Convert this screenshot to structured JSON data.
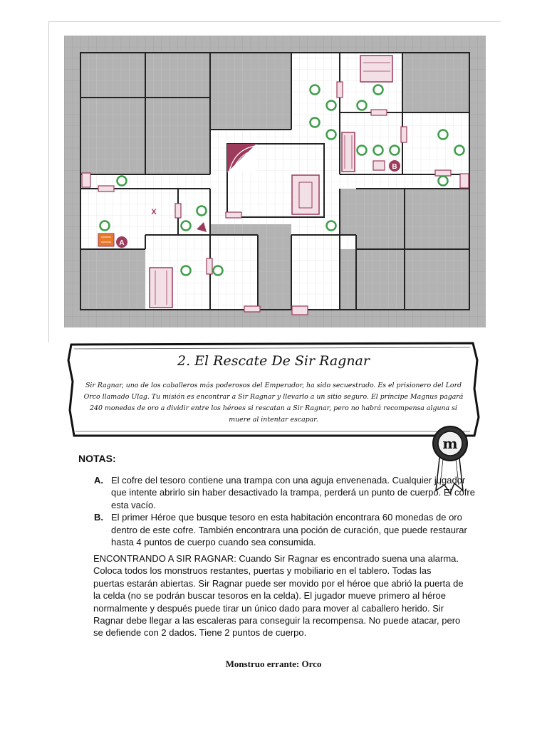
{
  "quest": {
    "title": "2. El Rescate De Sir Ragnar",
    "intro": "Sir Ragnar, uno de los caballeros más poderosos del Emperador, ha sido secuestrado. Es el prisionero del Lord Orco llamado Ulag. Tu misión es encontrar a Sir Ragnar y llevarlo a un sitio seguro. El príncipe Magnus pagará 240 monedas de oro a dividir entre los héroes si rescatan a Sir Ragnar, pero no habrá recompensa alguna si muere al intentar escapar."
  },
  "map": {
    "markers": {
      "a": "A",
      "b": "B",
      "x": "X"
    },
    "colors": {
      "wall": "#222222",
      "rock": "#b3b3b3",
      "floor": "#ffffff",
      "furniture": "#9c3b5c",
      "monster": "#3e9d4b",
      "chest_a": "#e8782a"
    },
    "icons": [
      "orc-icon",
      "goblin-icon",
      "door-icon",
      "stairs-icon",
      "table-icon",
      "rack-icon",
      "chest-icon",
      "trap-icon"
    ]
  },
  "seal": {
    "letter": "m"
  },
  "notes": {
    "title": "NOTAS:",
    "items": [
      {
        "letter": "A.",
        "text": "El cofre del tesoro contiene una trampa con una aguja envenenada. Cualquier jugador que intente abrirlo sin haber desactivado la trampa, perderá un punto  de cuerpo. El cofre esta vacío."
      },
      {
        "letter": "B.",
        "text": "El primer Héroe que busque tesoro en esta habitación encontrara 60 monedas de oro dentro de este cofre. También encontrara una poción de curación, que puede restaurar hasta 4 puntos de cuerpo cuando sea consumida."
      }
    ]
  },
  "ragnar_text": "ENCONTRANDO A SIR RAGNAR: Cuando Sir Ragnar es encontrado suena una alarma. Coloca todos los monstruos restantes, puertas y mobiliario en el tablero. Todas las puertas estarán abiertas. Sir Ragnar puede ser movido por el héroe que abrió la puerta de la celda (no se podrán buscar tesoros en la celda). El jugador mueve primero al héroe normalmente y después puede tirar un único dado para mover al caballero herido. Sir Ragnar debe llegar a las escaleras para conseguir la recompensa. No puede atacar, pero se defiende con 2 dados. Tiene 2 puntos de cuerpo.",
  "wandering": "Monstruo errante: Orco"
}
